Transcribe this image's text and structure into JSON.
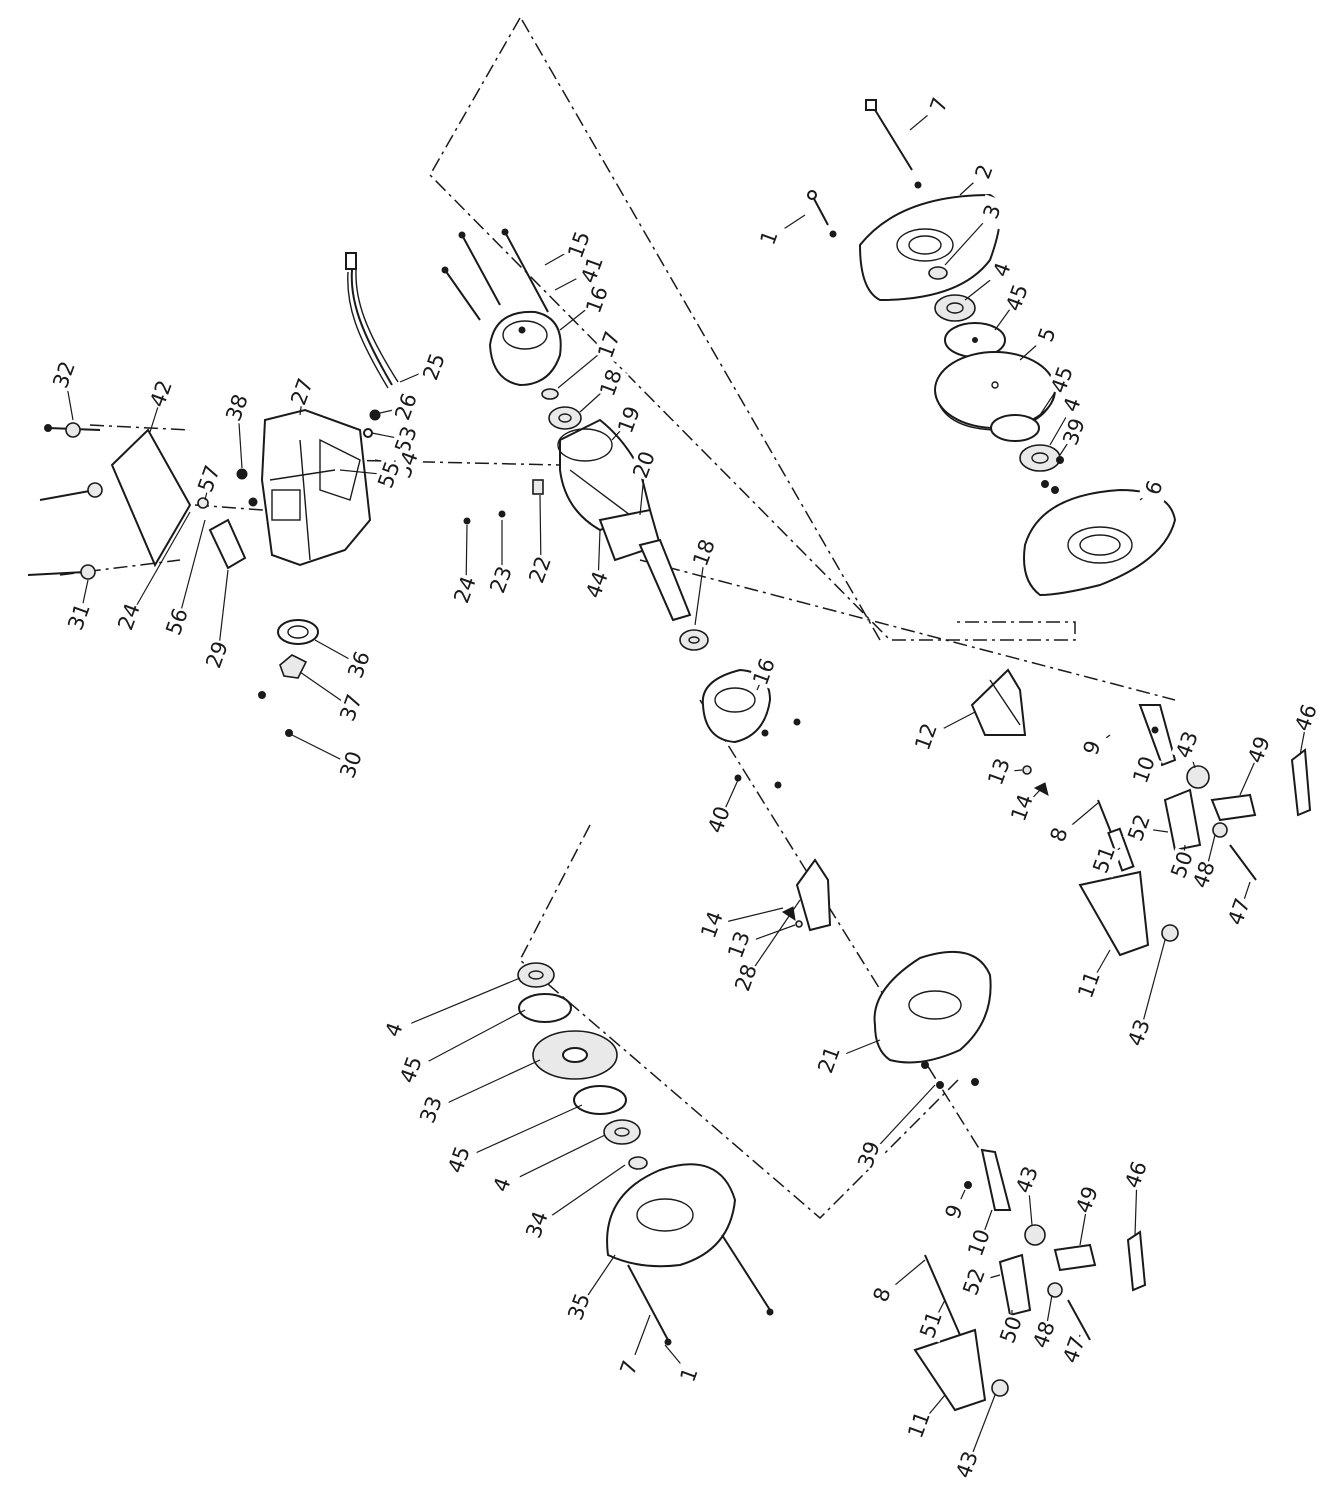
{
  "callouts": [
    {
      "id": "c-1",
      "text": "1"
    },
    {
      "id": "c-2",
      "text": "2"
    },
    {
      "id": "c-3",
      "text": "3"
    },
    {
      "id": "c-4a",
      "text": "4"
    },
    {
      "id": "c-45a",
      "text": "45"
    },
    {
      "id": "c-5",
      "text": "5"
    },
    {
      "id": "c-45b",
      "text": "45"
    },
    {
      "id": "c-4b",
      "text": "4"
    },
    {
      "id": "c-39a",
      "text": "39"
    },
    {
      "id": "c-6",
      "text": "6"
    },
    {
      "id": "c-7a",
      "text": "7"
    },
    {
      "id": "c-15",
      "text": "15"
    },
    {
      "id": "c-41",
      "text": "41"
    },
    {
      "id": "c-16a",
      "text": "16"
    },
    {
      "id": "c-17",
      "text": "17"
    },
    {
      "id": "c-18a",
      "text": "18"
    },
    {
      "id": "c-19",
      "text": "19"
    },
    {
      "id": "c-20",
      "text": "20"
    },
    {
      "id": "c-44",
      "text": "44"
    },
    {
      "id": "c-22",
      "text": "22"
    },
    {
      "id": "c-23",
      "text": "23"
    },
    {
      "id": "c-24a",
      "text": "24"
    },
    {
      "id": "c-18b",
      "text": "18"
    },
    {
      "id": "c-16b",
      "text": "16"
    },
    {
      "id": "c-40",
      "text": "40"
    },
    {
      "id": "c-25",
      "text": "25"
    },
    {
      "id": "c-26",
      "text": "26"
    },
    {
      "id": "c-53",
      "text": "53"
    },
    {
      "id": "c-54",
      "text": "54"
    },
    {
      "id": "c-55",
      "text": "55"
    },
    {
      "id": "c-27",
      "text": "27"
    },
    {
      "id": "c-38",
      "text": "38"
    },
    {
      "id": "c-42",
      "text": "42"
    },
    {
      "id": "c-32",
      "text": "32"
    },
    {
      "id": "c-57",
      "text": "57"
    },
    {
      "id": "c-31",
      "text": "31"
    },
    {
      "id": "c-24b",
      "text": "24"
    },
    {
      "id": "c-56",
      "text": "56"
    },
    {
      "id": "c-29",
      "text": "29"
    },
    {
      "id": "c-36",
      "text": "36"
    },
    {
      "id": "c-37",
      "text": "37"
    },
    {
      "id": "c-30",
      "text": "30"
    },
    {
      "id": "c-12",
      "text": "12"
    },
    {
      "id": "c-13a",
      "text": "13"
    },
    {
      "id": "c-14a",
      "text": "14"
    },
    {
      "id": "c-9a",
      "text": "9"
    },
    {
      "id": "c-10a",
      "text": "10"
    },
    {
      "id": "c-43a",
      "text": "43"
    },
    {
      "id": "c-49a",
      "text": "49"
    },
    {
      "id": "c-46a",
      "text": "46"
    },
    {
      "id": "c-52a",
      "text": "52"
    },
    {
      "id": "c-8a",
      "text": "8"
    },
    {
      "id": "c-51a",
      "text": "51"
    },
    {
      "id": "c-50a",
      "text": "50"
    },
    {
      "id": "c-48a",
      "text": "48"
    },
    {
      "id": "c-47a",
      "text": "47"
    },
    {
      "id": "c-11a",
      "text": "11"
    },
    {
      "id": "c-43b",
      "text": "43"
    },
    {
      "id": "c-14b",
      "text": "14"
    },
    {
      "id": "c-13b",
      "text": "13"
    },
    {
      "id": "c-28",
      "text": "28"
    },
    {
      "id": "c-21",
      "text": "21"
    },
    {
      "id": "c-39b",
      "text": "39"
    },
    {
      "id": "c-4c",
      "text": "4"
    },
    {
      "id": "c-45c",
      "text": "45"
    },
    {
      "id": "c-33",
      "text": "33"
    },
    {
      "id": "c-45d",
      "text": "45"
    },
    {
      "id": "c-4d",
      "text": "4"
    },
    {
      "id": "c-34",
      "text": "34"
    },
    {
      "id": "c-35",
      "text": "35"
    },
    {
      "id": "c-7b",
      "text": "7"
    },
    {
      "id": "c-1b",
      "text": "1"
    },
    {
      "id": "c-9b",
      "text": "9"
    },
    {
      "id": "c-10b",
      "text": "10"
    },
    {
      "id": "c-43c",
      "text": "43"
    },
    {
      "id": "c-49b",
      "text": "49"
    },
    {
      "id": "c-46b",
      "text": "46"
    },
    {
      "id": "c-8b",
      "text": "8"
    },
    {
      "id": "c-52b",
      "text": "52"
    },
    {
      "id": "c-51b",
      "text": "51"
    },
    {
      "id": "c-50b",
      "text": "50"
    },
    {
      "id": "c-48b",
      "text": "48"
    },
    {
      "id": "c-47b",
      "text": "47"
    },
    {
      "id": "c-11b",
      "text": "11"
    },
    {
      "id": "c-43d",
      "text": "43"
    }
  ]
}
